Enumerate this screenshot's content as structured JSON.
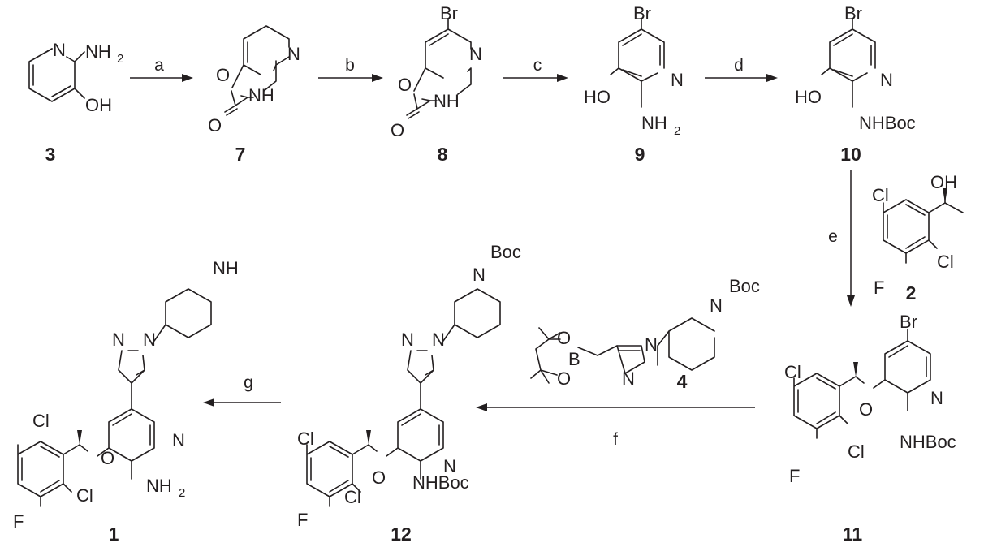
{
  "atoms": {
    "N": "N",
    "NH": "NH",
    "NH2": "NH",
    "sub2": "2",
    "OH": "OH",
    "HO": "HO",
    "O": "O",
    "Br": "Br",
    "Cl": "Cl",
    "F": "F",
    "B": "B",
    "Boc": "Boc",
    "NHBoc": "NHBoc",
    "OHstereo": "OH"
  },
  "compounds": {
    "c3": "3",
    "c7": "7",
    "c8": "8",
    "c9": "9",
    "c10": "10",
    "c2": "2",
    "c11": "11",
    "c4": "4",
    "c12": "12",
    "c1": "1"
  },
  "steps": {
    "a": "a",
    "b": "b",
    "c": "c",
    "d": "d",
    "e": "e",
    "f": "f",
    "g": "g"
  },
  "colors": {
    "ink": "#231f20",
    "background": "#ffffff"
  }
}
